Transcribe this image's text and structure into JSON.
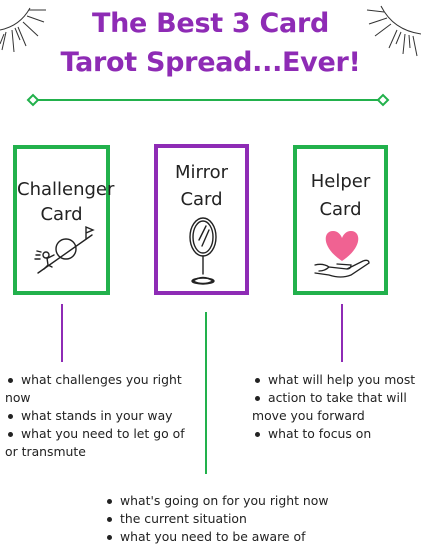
{
  "title": {
    "line1": "The Best 3 Card",
    "line2": "Tarot Spread...Ever!"
  },
  "colors": {
    "purple": "#8e2bb5",
    "green": "#22b14c",
    "text": "#222222",
    "heart": "#f06292"
  },
  "cards": {
    "challenger": {
      "line1": "Challenger",
      "line2": "Card",
      "icon": "person-pushing-boulder-uphill-icon"
    },
    "mirror": {
      "line1": "Mirror",
      "line2": "Card",
      "icon": "hand-mirror-icon"
    },
    "helper": {
      "line1": "Helper",
      "line2": "Card",
      "icon": "heart-in-hand-icon"
    }
  },
  "challenger_points": [
    "what challenges you right",
    "now",
    "what stands in your way",
    "what you need to let go of",
    "or transmute"
  ],
  "helper_points": [
    "what will help you most",
    "action to take that will",
    "move you forward",
    "what to focus on"
  ],
  "mirror_points": [
    "what's going on for you right now",
    "the current situation",
    "what you need to be aware of"
  ]
}
